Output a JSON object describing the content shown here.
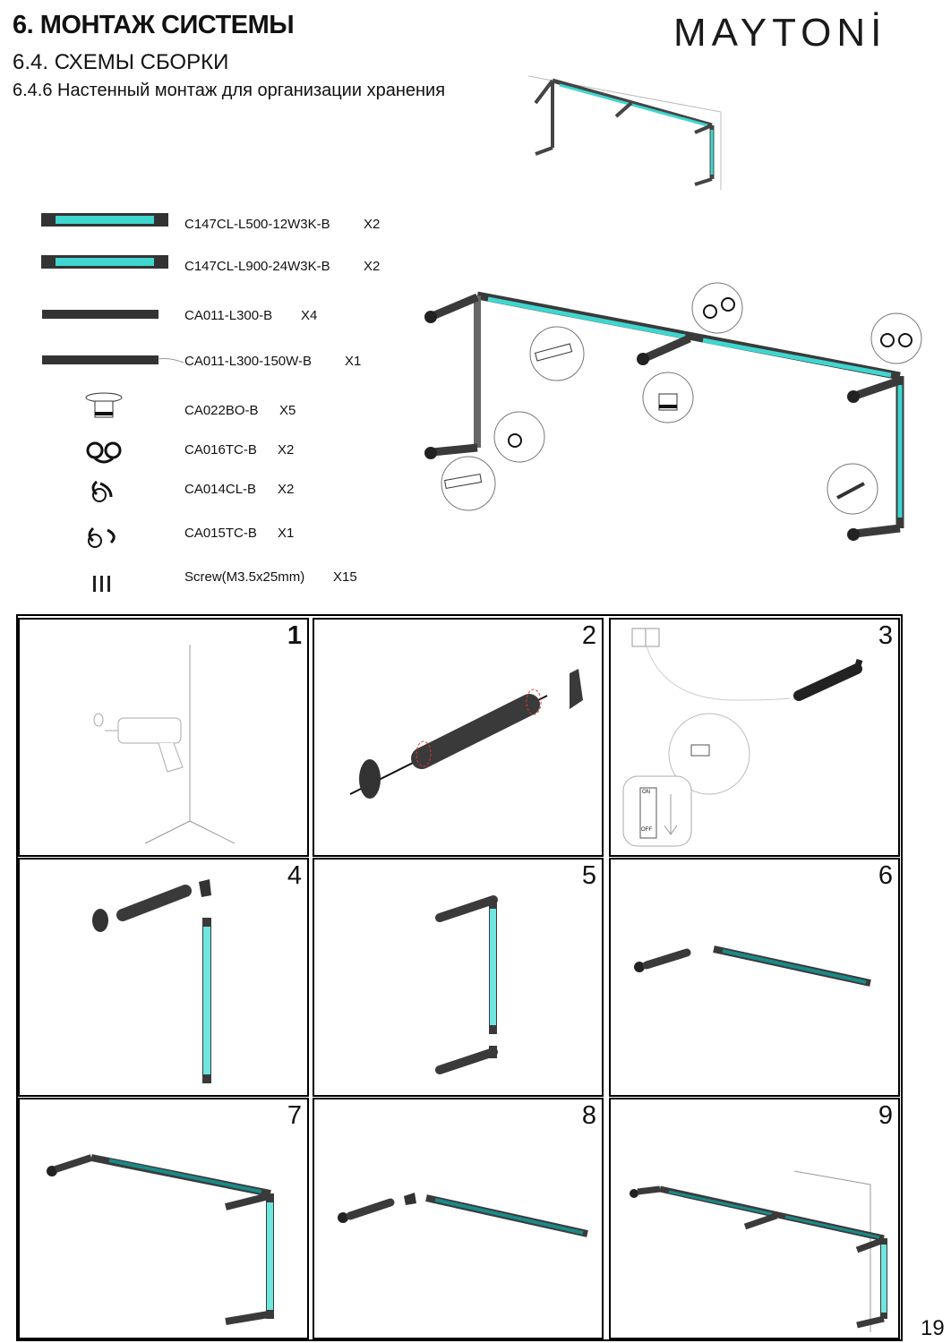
{
  "header": {
    "title": "6. МОНТАЖ СИСТЕМЫ",
    "section": "6.4. СХЕМЫ СБОРКИ",
    "subsection": "6.4.6 Настенный монтаж для организации хранения",
    "logo": "MAYTONİ"
  },
  "colors": {
    "pipe": "#3a3a3a",
    "led": "#3fd6cf",
    "frame": "#000000"
  },
  "parts": [
    {
      "code": "C147CL-L500-12W3K-B",
      "qty": "X2",
      "icon": "led-tube-icon"
    },
    {
      "code": "C147CL-L900-24W3K-B",
      "qty": "X2",
      "icon": "led-tube-icon"
    },
    {
      "code": "CA011-L300-B",
      "qty": "X4",
      "icon": "pipe-icon"
    },
    {
      "code": "CA011-L300-150W-B",
      "qty": "X1",
      "icon": "pipe-with-cable-icon"
    },
    {
      "code": "CA022BO-B",
      "qty": "X5",
      "icon": "wall-flange-icon"
    },
    {
      "code": "CA016TC-B",
      "qty": "X2",
      "icon": "three-way-connector-icon"
    },
    {
      "code": "CA014CL-B",
      "qty": "X2",
      "icon": "elbow-connector-icon"
    },
    {
      "code": "CA015TC-B",
      "qty": "X1",
      "icon": "tee-connector-icon"
    },
    {
      "code": "Screw(M3.5x25mm)",
      "qty": "X15",
      "icon": "screws-icon"
    }
  ],
  "steps": [
    {
      "number": "1"
    },
    {
      "number": "2"
    },
    {
      "number": "3",
      "switch_on": "ON",
      "switch_off": "OFF"
    },
    {
      "number": "4"
    },
    {
      "number": "5"
    },
    {
      "number": "6"
    },
    {
      "number": "7"
    },
    {
      "number": "8"
    },
    {
      "number": "9"
    }
  ],
  "page_number": "19"
}
